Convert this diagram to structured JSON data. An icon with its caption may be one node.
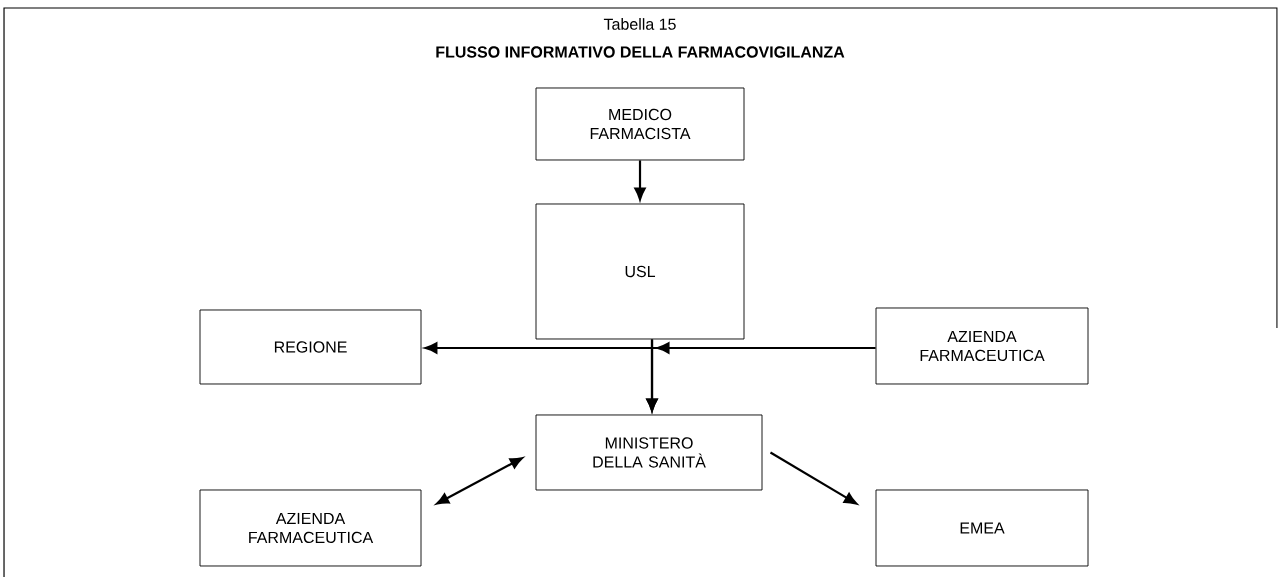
{
  "diagram": {
    "title": "FLUSSO INFORMATIVO DELLA FARMACOVIGILANZA",
    "nodes": [
      {
        "text": [
          "MEDICO FARMACISTA"
        ]
      },
      {
        "text": [
          "USL"
        ]
      },
      {
        "text": [
          "REGIONE"
        ]
      },
      {
        "text": [
          "AZIENDA FARMACEUTICA"
        ]
      },
      {
        "text": [
          "MINISTERO DELLA SANITÀ"
        ]
      },
      {
        "text": [
          "AZIENDA FARMACEUTICA"
        ]
      },
      {
        "text": [
          "EMEA"
        ]
      }
    ],
    "edges": [
      {
        "from": 0,
        "to": 1,
        "arrow": "to"
      },
      {
        "from": 1,
        "to": 2,
        "arrow": "to"
      },
      {
        "from": 1,
        "to": 4,
        "arrow": "to"
      },
      {
        "from": 3,
        "to": 4,
        "arrow": "to"
      },
      {
        "from": 4,
        "to": 5,
        "arrow": "both"
      },
      {
        "from": 4,
        "to": 6,
        "arrow": "to"
      }
    ],
    "labels": [
      "Tabella 15"
    ]
  }
}
